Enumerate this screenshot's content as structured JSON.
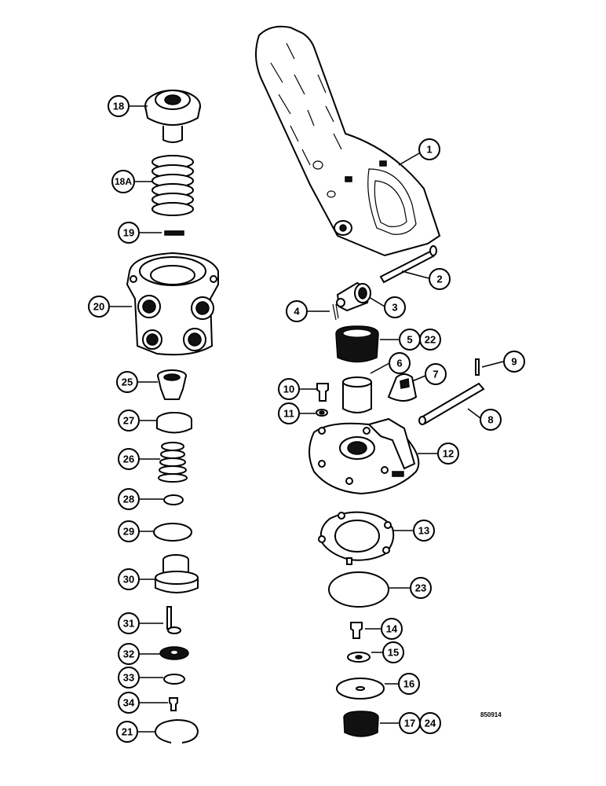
{
  "figure_code": "850914",
  "callouts": [
    {
      "label": "18"
    },
    {
      "label": "18A"
    },
    {
      "label": "19"
    },
    {
      "label": "20"
    },
    {
      "label": "25"
    },
    {
      "label": "27"
    },
    {
      "label": "26"
    },
    {
      "label": "28"
    },
    {
      "label": "29"
    },
    {
      "label": "30"
    },
    {
      "label": "31"
    },
    {
      "label": "32"
    },
    {
      "label": "33"
    },
    {
      "label": "34"
    },
    {
      "label": "21"
    },
    {
      "label": "1"
    },
    {
      "label": "2"
    },
    {
      "label": "3"
    },
    {
      "label": "4"
    },
    {
      "label": "5"
    },
    {
      "label": "22"
    },
    {
      "label": "6"
    },
    {
      "label": "7"
    },
    {
      "label": "9"
    },
    {
      "label": "8"
    },
    {
      "label": "10"
    },
    {
      "label": "11"
    },
    {
      "label": "12"
    },
    {
      "label": "13"
    },
    {
      "label": "23"
    },
    {
      "label": "14"
    },
    {
      "label": "15"
    },
    {
      "label": "16"
    },
    {
      "label": "17"
    },
    {
      "label": "24"
    }
  ]
}
